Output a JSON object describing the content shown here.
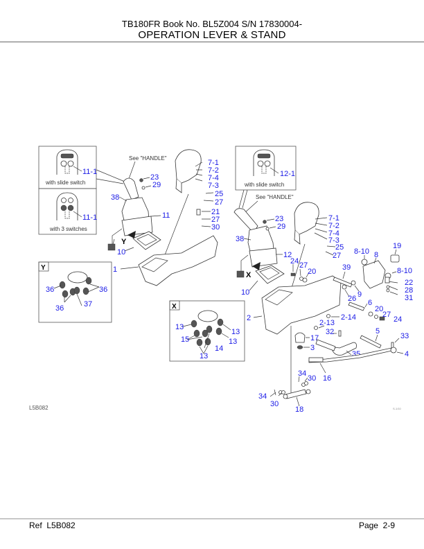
{
  "header": {
    "model_line": "TB180FR  Book No. BL5Z004  S/N 17830004-",
    "title": "OPERATION LEVER & STAND"
  },
  "diagram": {
    "reference_code": "L5B082",
    "sheet_code": "S-1/10",
    "captions": {
      "slide_switch_left": "with slide switch",
      "three_switches": "with 3 switches",
      "slide_switch_right": "with slide switch",
      "see_handle_left": "See \"HANDLE\"",
      "see_handle_right": "See \"HANDLE\""
    },
    "view_tags": {
      "y": "Y",
      "x": "X"
    },
    "callouts_left": [
      "11-1",
      "11-1",
      "23",
      "29",
      "38",
      "11",
      "7-1",
      "7-2",
      "7-4",
      "7-3",
      "25",
      "27",
      "21",
      "27",
      "30",
      "10",
      "1",
      "Y"
    ],
    "callouts_right": [
      "12-1",
      "23",
      "29",
      "7-1",
      "7-2",
      "7-4",
      "7-3",
      "25",
      "27",
      "38",
      "12",
      "24",
      "27",
      "20",
      "39",
      "8-10",
      "8",
      "19",
      "8-10",
      "22",
      "28",
      "31",
      "9",
      "26",
      "10",
      "X",
      "2",
      "6",
      "20",
      "27",
      "24",
      "2-14",
      "2-13",
      "32",
      "5",
      "33",
      "4",
      "17",
      "35",
      "3",
      "16",
      "34",
      "30",
      "34",
      "30",
      "18"
    ],
    "callouts_view_y": [
      "36",
      "36",
      "36",
      "37"
    ],
    "callouts_view_x": [
      "13",
      "13",
      "13",
      "15",
      "14",
      "13"
    ]
  },
  "footer": {
    "ref_label": "Ref",
    "ref_value": "L5B082",
    "page_label": "Page",
    "page_value": "2-9"
  }
}
